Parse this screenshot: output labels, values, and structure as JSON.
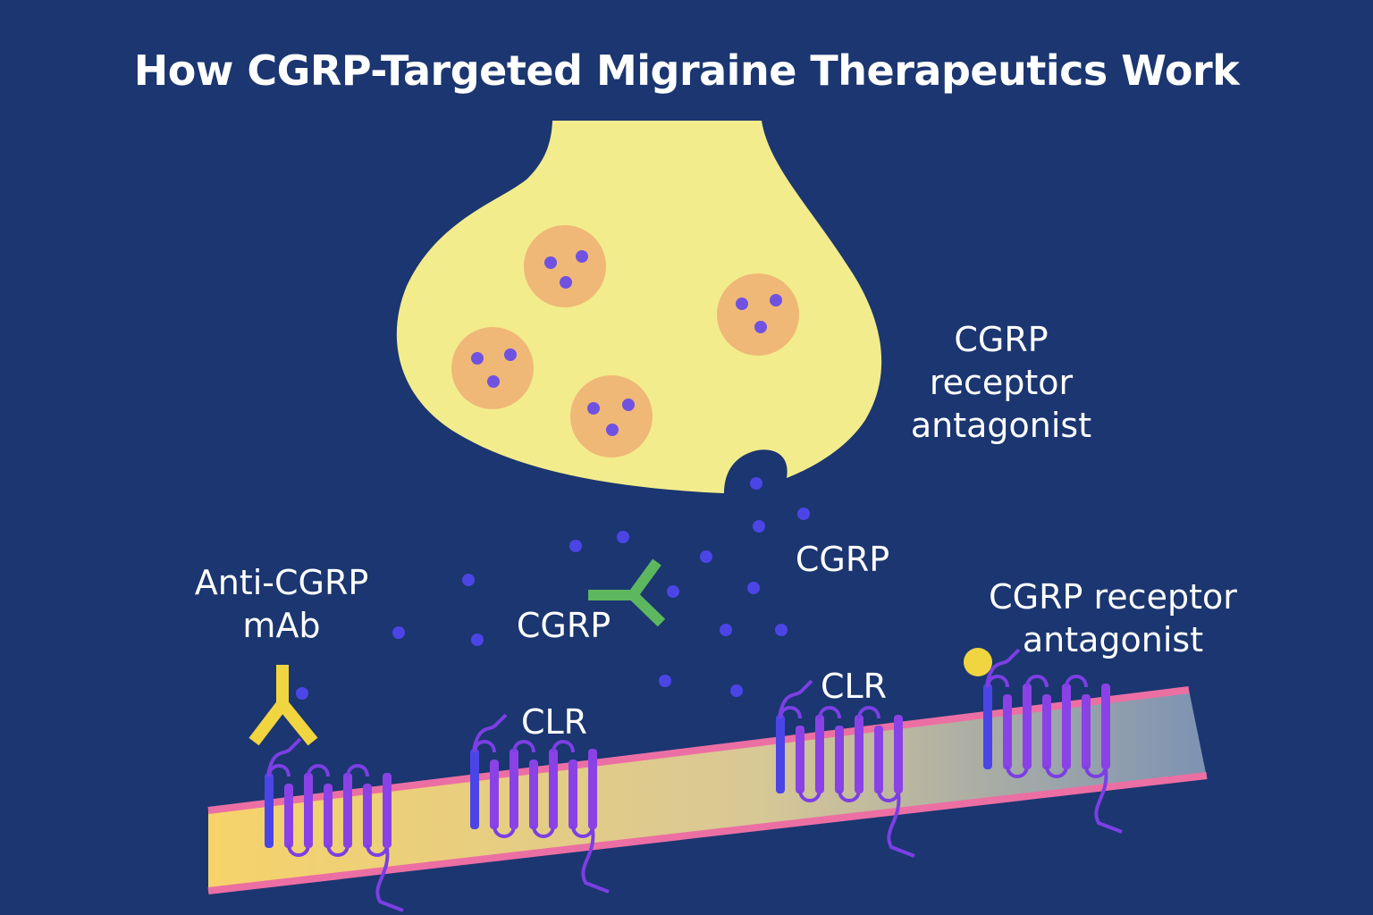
{
  "title": "How CGRP-Targeted Migraine Therapeutics Work",
  "labels": {
    "antagonist_top": [
      "CGRP",
      "receptor",
      "antagonist"
    ],
    "cgrp_right": "CGRP",
    "cgrp_left": "CGRP",
    "anti_mab": [
      "Anti-CGRP",
      "mAb"
    ],
    "antagonist_right": [
      "CGRP receptor",
      "antagonist"
    ],
    "clr_1": "CLR",
    "clr_2": "CLR"
  },
  "colors": {
    "background": "#1b3670",
    "neuron_terminal": "#f3ec8c",
    "vesicle": "#efb877",
    "cgrp_peptide": "#4c45e6",
    "antagonist_antibody": "#5db75f",
    "anti_cgrp_mab": "#f1d540",
    "receptor_antagonist_molecule": "#f1d540",
    "membrane_edge": "#ec6fa3",
    "receptor": "#7b3fe4"
  }
}
